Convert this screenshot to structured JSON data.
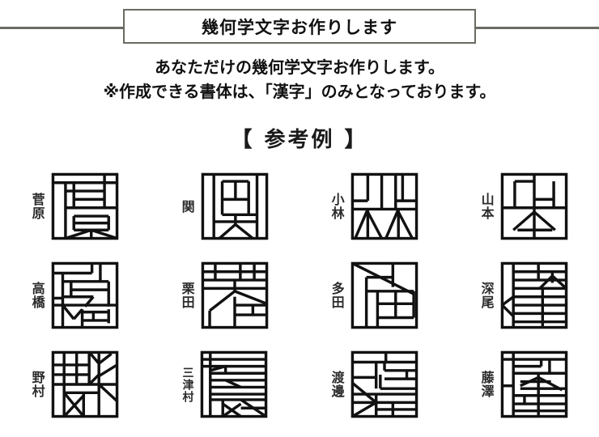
{
  "header": {
    "banner_title": "幾何学文字お作りします",
    "fold_color": "#9cb294",
    "line_color": "#6b6b63"
  },
  "lead": {
    "lines": [
      "あなただけの幾何学文字お作りします。",
      "※作成できる書体は、「漢字」のみとなっております。"
    ]
  },
  "section": {
    "heading": "【 参考例 】"
  },
  "samples": {
    "rows": [
      [
        {
          "label": "菅原",
          "glyph": "sugawara-glyph"
        },
        {
          "label": "関",
          "glyph": "seki-glyph"
        },
        {
          "label": "小林",
          "glyph": "kobayashi-glyph"
        },
        {
          "label": "山本",
          "glyph": "yamamoto-glyph"
        }
      ],
      [
        {
          "label": "高橋",
          "glyph": "takahashi-glyph"
        },
        {
          "label": "栗田",
          "glyph": "kurita-glyph"
        },
        {
          "label": "多田",
          "glyph": "tada-glyph"
        },
        {
          "label": "深尾",
          "glyph": "fukao-glyph"
        }
      ],
      [
        {
          "label": "野村",
          "glyph": "nomura-glyph"
        },
        {
          "label": "三津村",
          "glyph": "mitsumura-glyph"
        },
        {
          "label": "渡邊",
          "glyph": "watanabe-glyph"
        },
        {
          "label": "藤澤",
          "glyph": "fujisawa-glyph"
        }
      ]
    ]
  }
}
